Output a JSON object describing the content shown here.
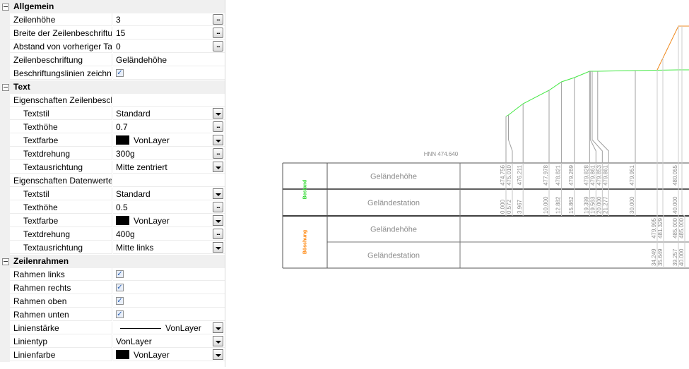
{
  "panel": {
    "categories": {
      "allgemein": "Allgemein",
      "text": "Text",
      "zeilenrahmen": "Zeilenrahmen"
    },
    "allgemein": [
      {
        "name": "Zeilenhöhe",
        "value": "3",
        "control": "dots"
      },
      {
        "name": "Breite der Zeilenbeschriftung",
        "value": "15",
        "control": "dots"
      },
      {
        "name": "Abstand von vorheriger Tabelle",
        "value": "0",
        "control": "dots"
      },
      {
        "name": "Zeilenbeschriftung",
        "value": "Geländehöhe",
        "control": "none"
      },
      {
        "name": "Beschriftungslinien zeichnen",
        "checked": true,
        "control": "checkbox"
      }
    ],
    "text_groups": {
      "zeilenbeschriftung": "Eigenschaften Zeilenbeschriftung",
      "datenwerte": "Eigenschaften Datenwerte"
    },
    "text_zeilen": [
      {
        "name": "Textstil",
        "value": "Standard",
        "control": "dropdown"
      },
      {
        "name": "Texthöhe",
        "value": "0.7",
        "control": "dots"
      },
      {
        "name": "Textfarbe",
        "value": "VonLayer",
        "control": "dropdown",
        "swatch": "#000000"
      },
      {
        "name": "Textdrehung",
        "value": "300g",
        "control": "dots"
      },
      {
        "name": "Textausrichtung",
        "value": "Mitte zentriert",
        "control": "dropdown"
      }
    ],
    "text_daten": [
      {
        "name": "Textstil",
        "value": "Standard",
        "control": "dropdown"
      },
      {
        "name": "Texthöhe",
        "value": "0.5",
        "control": "dots"
      },
      {
        "name": "Textfarbe",
        "value": "VonLayer",
        "control": "dropdown",
        "swatch": "#000000"
      },
      {
        "name": "Textdrehung",
        "value": "400g",
        "control": "dots"
      },
      {
        "name": "Textausrichtung",
        "value": "Mitte links",
        "control": "dropdown"
      }
    ],
    "rahmen": [
      {
        "name": "Rahmen links",
        "checked": true
      },
      {
        "name": "Rahmen rechts",
        "checked": true
      },
      {
        "name": "Rahmen oben",
        "checked": true
      },
      {
        "name": "Rahmen unten",
        "checked": true
      }
    ],
    "linien": [
      {
        "name": "Linienstärke",
        "value": "VonLayer",
        "control": "dropdown",
        "lineweight": true
      },
      {
        "name": "Linientyp",
        "value": "VonLayer",
        "control": "dropdown"
      },
      {
        "name": "Linienfarbe",
        "value": "VonLayer",
        "control": "dropdown",
        "swatch": "#000000"
      }
    ],
    "dots_label": "...",
    "check_mark": "✓"
  },
  "drawing": {
    "datum_label": "HNN 474.640",
    "groups": [
      {
        "label": "Bestand",
        "color": "#2ad82a"
      },
      {
        "label": "Böschung",
        "color": "#ff8000"
      }
    ],
    "row_labels": [
      "Geländehöhe",
      "Geländestation",
      "Geländehöhe",
      "Geländestation"
    ],
    "colors": {
      "terrain": "#40e840",
      "slope": "#f08a1e",
      "grid": "#a0a0a0",
      "text": "#8c8c8c"
    },
    "bestand_points": [
      {
        "station": "0.000",
        "height": "474.756"
      },
      {
        "station": "0.572",
        "height": "475.010"
      },
      {
        "station": "3.967",
        "height": "476.211"
      },
      {
        "station": "10.000",
        "height": "477.978"
      },
      {
        "station": "12.882",
        "height": "478.821"
      },
      {
        "station": "15.862",
        "height": "479.269"
      },
      {
        "station": "19.399",
        "height": "479.828"
      },
      {
        "station": "19.563",
        "height": "479.861"
      },
      {
        "station": "20.000",
        "height": "479.853"
      },
      {
        "station": "21.277",
        "height": "479.861"
      },
      {
        "station": "30.000",
        "height": "479.951"
      },
      {
        "station": "40.000",
        "height": "480.055"
      }
    ],
    "boeschung_points": [
      {
        "station": "34.249",
        "height": "479.995"
      },
      {
        "station": "35.649",
        "height": "481.329"
      },
      {
        "station": "39.257",
        "height": "485.000"
      },
      {
        "station": "40.000",
        "height": "485.000"
      }
    ]
  }
}
